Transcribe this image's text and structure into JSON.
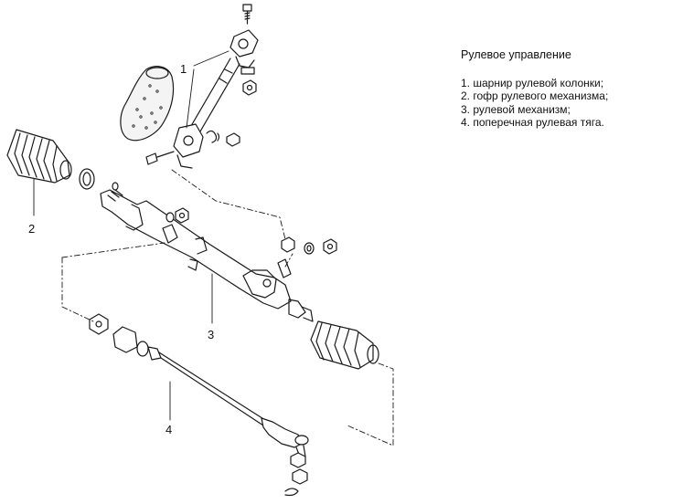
{
  "legend": {
    "title": "Рулевое управление",
    "items": [
      "1. шарнир рулевой колонки;",
      "2. гофр рулевого механизма;",
      "3. рулевой механизм;",
      "4. поперечная рулевая тяга."
    ]
  },
  "callouts": {
    "c1": "1",
    "c2": "2",
    "c3": "3",
    "c4": "4"
  }
}
